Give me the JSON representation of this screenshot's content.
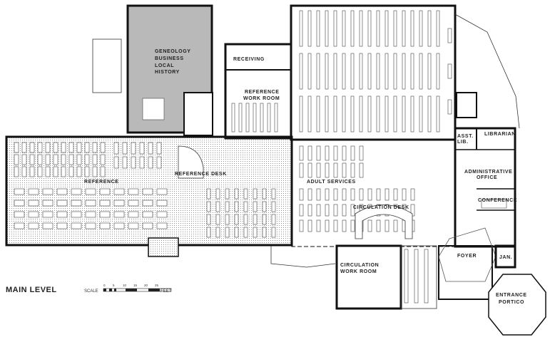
{
  "plan": {
    "title": "MAIN LEVEL",
    "scale_label": "SCALE",
    "scale_ticks": [
      "0",
      "5",
      "10",
      "15",
      "20",
      "25"
    ],
    "scale_unit": "FEET"
  },
  "rooms": {
    "geneology": [
      "GENEOLOGY",
      "BUSINESS",
      "LOCAL",
      "HISTORY"
    ],
    "receiving": "RECEIVING",
    "reference_work_room": [
      "REFERENCE",
      "WORK ROOM"
    ],
    "reference": "REFERENCE",
    "reference_desk": "REFERENCE DESK",
    "adult_services": "ADULT SERVICES",
    "circulation_desk": "CIRCULATION DESK",
    "asst_lib": [
      "ASST.",
      "LIB."
    ],
    "librarian": "LIBRARIAN",
    "administrative_office": [
      "ADMINISTRATIVE",
      "OFFICE"
    ],
    "conference": "CONFERENCE",
    "foyer": "FOYER",
    "jan": "JAN.",
    "circulation_work_room": [
      "CIRCULATION",
      "WORK ROOM"
    ],
    "entrance_portico": [
      "ENTRANCE",
      "PORTICO"
    ]
  }
}
